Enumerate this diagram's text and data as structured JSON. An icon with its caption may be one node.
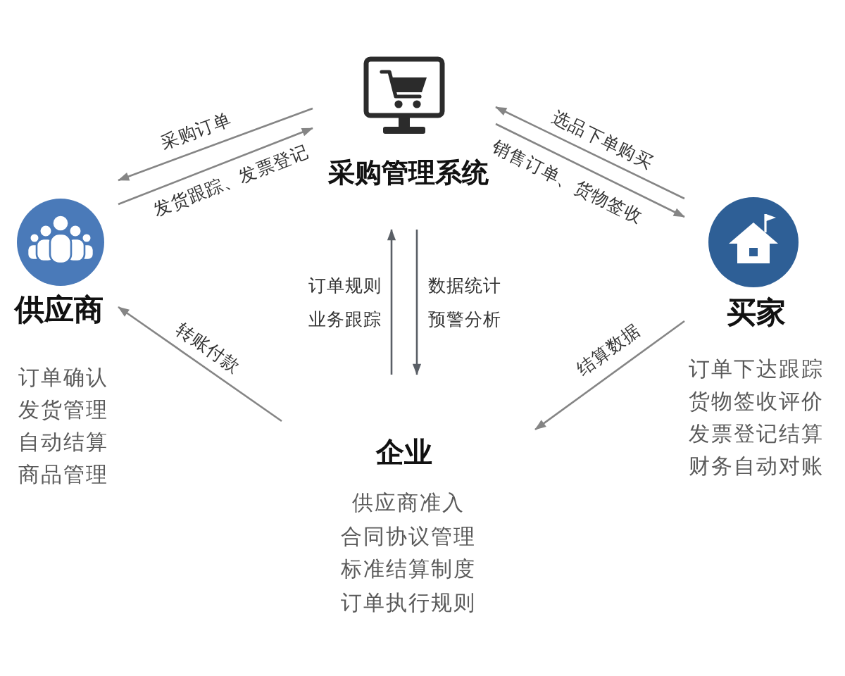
{
  "diagram": {
    "nodes": [
      {
        "text": [
          "采购管理系统"
        ]
      },
      {
        "text": [
          "供应商"
        ],
        "beside": [
          "订单确认",
          "发货管理",
          "自动结算",
          "商品管理"
        ]
      },
      {
        "text": [
          "买家"
        ],
        "beside": [
          "订单下达跟踪",
          "货物签收评价",
          "发票登记结算",
          "财务自动对账"
        ]
      },
      {
        "text": [
          "企业",
          "供应商准入",
          "合同协议管理",
          "标准结算制度",
          "订单执行规则"
        ]
      }
    ],
    "edges": [
      {
        "from": 0,
        "to": 1,
        "arrow": "to",
        "label": "采购订单"
      },
      {
        "from": 1,
        "to": 0,
        "arrow": "to",
        "label": "发货跟踪、发票登记"
      },
      {
        "from": 2,
        "to": 0,
        "arrow": "to",
        "label": "选品下单购买"
      },
      {
        "from": 0,
        "to": 2,
        "arrow": "to",
        "label": "销售订单、货物签收"
      },
      {
        "from": 3,
        "to": 0,
        "arrow": "to",
        "label": "订单规则业务跟踪"
      },
      {
        "from": 0,
        "to": 3,
        "arrow": "to",
        "label": "数据统计预警分析"
      },
      {
        "from": 3,
        "to": 1,
        "arrow": "to",
        "label": "转账付款"
      },
      {
        "from": 2,
        "to": 3,
        "arrow": "to",
        "label": "结算数据"
      }
    ]
  }
}
